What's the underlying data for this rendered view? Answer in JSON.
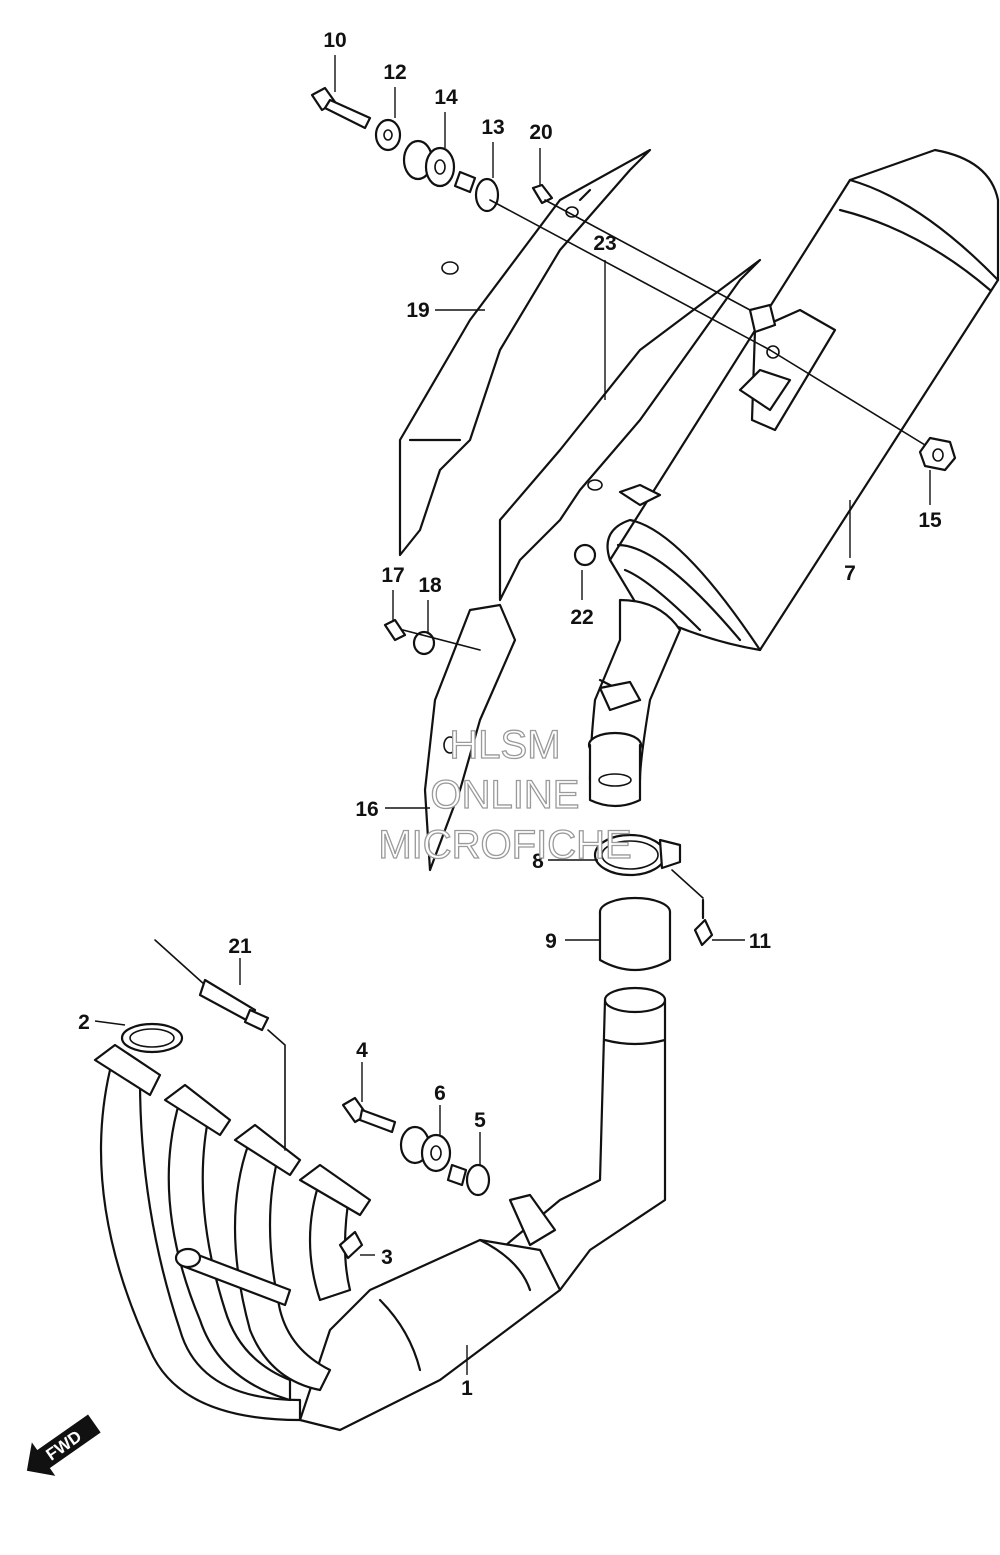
{
  "diagram": {
    "callouts": [
      {
        "id": "c10",
        "label": "10"
      },
      {
        "id": "c12",
        "label": "12"
      },
      {
        "id": "c14",
        "label": "14"
      },
      {
        "id": "c13",
        "label": "13"
      },
      {
        "id": "c20",
        "label": "20"
      },
      {
        "id": "c19",
        "label": "19"
      },
      {
        "id": "c23",
        "label": "23"
      },
      {
        "id": "c15",
        "label": "15"
      },
      {
        "id": "c7",
        "label": "7"
      },
      {
        "id": "c17",
        "label": "17"
      },
      {
        "id": "c18",
        "label": "18"
      },
      {
        "id": "c22",
        "label": "22"
      },
      {
        "id": "c16",
        "label": "16"
      },
      {
        "id": "c8",
        "label": "8"
      },
      {
        "id": "c9",
        "label": "9"
      },
      {
        "id": "c11",
        "label": "11"
      },
      {
        "id": "c21",
        "label": "21"
      },
      {
        "id": "c2",
        "label": "2"
      },
      {
        "id": "c4",
        "label": "4"
      },
      {
        "id": "c6",
        "label": "6"
      },
      {
        "id": "c5",
        "label": "5"
      },
      {
        "id": "c3",
        "label": "3"
      },
      {
        "id": "c1",
        "label": "1"
      }
    ],
    "watermark": {
      "line1": "HLSM",
      "line2": "ONLINE",
      "line3": "MICROFICHE"
    },
    "direction_label": "FWD"
  }
}
